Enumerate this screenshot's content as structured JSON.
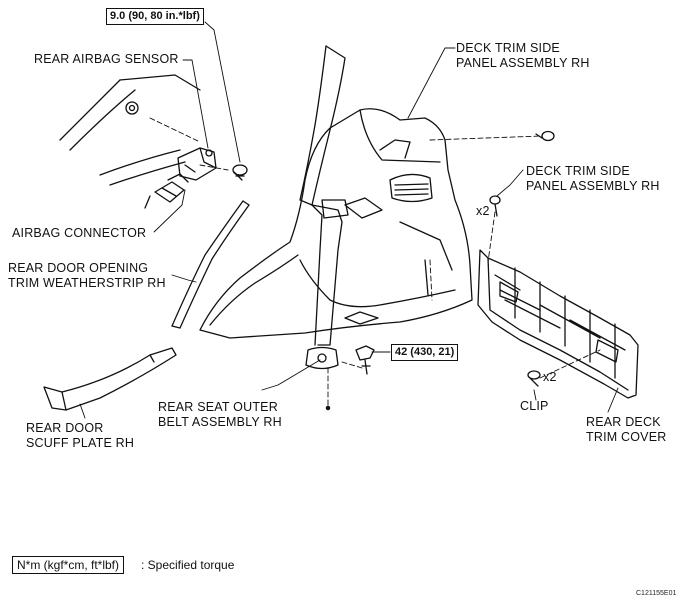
{
  "torque_specs": {
    "upper_bolt": "9.0 (90, 80 in.*lbf)",
    "belt_anchor_bolt": "42 (430, 21)"
  },
  "labels": {
    "rear_airbag_sensor": "REAR AIRBAG SENSOR",
    "airbag_connector": "AIRBAG CONNECTOR",
    "weatherstrip_line1": "REAR DOOR OPENING",
    "weatherstrip_line2": "TRIM WEATHERSTRIP RH",
    "scuff_line1": "REAR DOOR",
    "scuff_line2": "SCUFF PLATE RH",
    "belt_line1": "REAR SEAT OUTER",
    "belt_line2": "BELT ASSEMBLY RH",
    "deck_side_top_line1": "DECK TRIM SIDE",
    "deck_side_top_line2": "PANEL ASSEMBLY RH",
    "deck_side_mid_line1": "DECK TRIM SIDE",
    "deck_side_mid_line2": "PANEL ASSEMBLY RH",
    "clip": "CLIP",
    "deck_cover_line1": "REAR DECK",
    "deck_cover_line2": "TRIM COVER",
    "qty_screw": "x2",
    "qty_clip": "x2"
  },
  "legend": {
    "unit_box": "N*m (kgf*cm, ft*lbf)",
    "unit_text": ": Specified torque"
  },
  "figure_id": "C121155E01"
}
